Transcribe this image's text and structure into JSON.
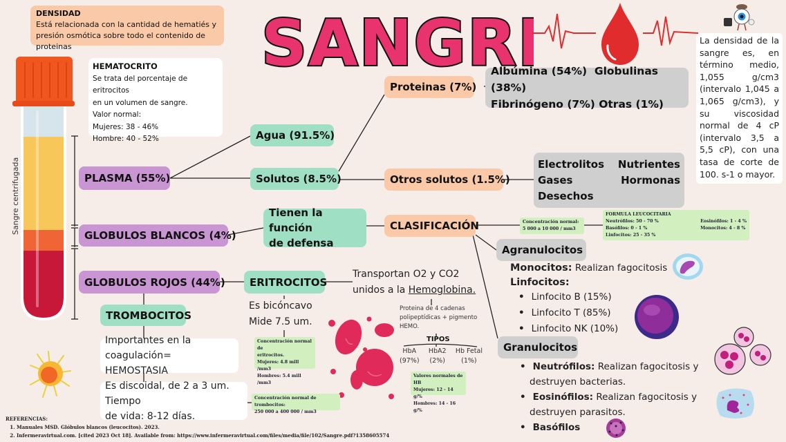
{
  "title": "SANGRE",
  "density_box": {
    "heading": "DENSIDAD",
    "text": "Está relacionada con la cantidad de hematiés y presión osmótica sobre todo el contenido de proteinas"
  },
  "hematocrit_box": {
    "heading": "HEMATOCRITO",
    "lines": [
      "Se trata del porcentaje de eritrocitos",
      "en un volumen de sangre.",
      "Valor normal:",
      "Mujeres: 38 - 46%",
      "Hombre: 40 - 52%"
    ]
  },
  "side_note": "La densidad de la sangre es, en término medio, 1,055 g/cm3 (intervalo 1,045 a 1,065 g/cm3), y su viscosidad normal de 4 cP (intervalo 3,5 a 5,5 cP), con una tasa de corte de 100. s-1 o mayor.",
  "tube_label": "Sangre centrifugada",
  "colors": {
    "background": "#f6ede9",
    "title_pink": "#e8336f",
    "purple_node": "#c995d3",
    "mint_node": "#9fdfc4",
    "peach_node": "#f9c9a8",
    "gray_node": "#cfcfcf",
    "green_note": "#d2efc0",
    "blood_red": "#e02c2c",
    "tube_cap": "#f2561f",
    "plasma_yellow": "#f7c75a",
    "buffy_orange": "#ef6535",
    "rbc_red": "#c8183a"
  },
  "nodes": {
    "plasma": "PLASMA (55%)",
    "globulos_blancos": "GLOBULOS BLANCOS (4%)",
    "globulos_rojos": "GLOBULOS ROJOS (44%)",
    "agua": "Agua (91.5%)",
    "solutos": "Solutos (8.5%)",
    "proteinas": "Proteinas (7%)",
    "otros_solutos": "Otros solutos (1.5%)",
    "funcion_defensa": [
      "Tienen la función",
      "de defensa"
    ],
    "clasificacion": "CLASIFICACIÓN",
    "eritrocitos": "ERITROCITOS",
    "trombocitos": "TROMBOCITOS",
    "agranulocitos": "Agranulocitos",
    "granulocitos": "Granulocitos"
  },
  "proteins_box": {
    "row1": [
      "Albúmina (54%)",
      "Globulinas (38%)"
    ],
    "row2": [
      "Fibrinógeno (7%)",
      "Otras (1%)"
    ]
  },
  "other_solutes_box": {
    "items": [
      "Electrolitos",
      "Nutrientes",
      "Gases",
      "Hormonas",
      "Desechos"
    ]
  },
  "leuco_concentration": {
    "line1": "Concentración normal:",
    "line2": "5 000 a 10 000 / mm3"
  },
  "formula_leucocitaria": {
    "heading": "FORMULA LEUCOCITARIA",
    "left": [
      "Neutrófilos: 50 - 70 %",
      "Basófilos:     0 - 1 %",
      "Linfocitos:    25 - 35 %"
    ],
    "right": [
      "Eosinófilos: 1 - 4 %",
      "Monocitos:  4 - 8 %"
    ]
  },
  "agranulocitos": {
    "monocitos_label": "Monocitos:",
    "monocitos_text": " Realizan fagocitosis",
    "linfocitos_label": "Linfocitos:",
    "linfocitos": [
      "Linfocito B    (15%)",
      "Linfocito T    (85%)",
      "Linfocito NK (10%)"
    ]
  },
  "granulocitos": {
    "items": [
      {
        "label": "Neutrófilos:",
        "text": " Realizan fagocitosis y",
        "text2": "destruyen bacterias."
      },
      {
        "label": "Eosinófilos:",
        "text": " Realizan fagocitosis y",
        "text2": "destruyen parasitos."
      },
      {
        "label": "Basófilos",
        "text": "",
        "text2": ""
      }
    ]
  },
  "eritrocitos": {
    "transport": [
      "Transportan O2 y CO2",
      "unidos a la "
    ],
    "hemoglobina": "Hemoglobina.",
    "shape": [
      "Es bicóncavo",
      "Mide 7.5 um."
    ],
    "protein": [
      "Proteina de 4 cadenas",
      "polipeptídicas + pigmento",
      "HEMO."
    ],
    "tipos_label": "TIPOS",
    "tipos": [
      {
        "name": "HbA",
        "pct": "(97%)"
      },
      {
        "name": "HbA2",
        "pct": "(2%)"
      },
      {
        "name": "Hb Fetal",
        "pct": "(1%)"
      }
    ],
    "concentration": [
      "Concentración normal de",
      "eritrocitos.",
      "Mujeres:   4.8 mill /mm3",
      "Hombres: 5.4 mill /mm3"
    ],
    "hb_values": [
      "Valores normales de HB",
      "Mujeres:   12 - 14 g/%",
      "Hombres: 14 - 16 g/%"
    ]
  },
  "trombocitos": {
    "function": [
      "Importantes en la coagulación=",
      "HEMOSTASIA"
    ],
    "shape": [
      "Es discoidal, de 2 a 3 um. Tiempo",
      "de vida: 8-12 días."
    ],
    "concentration": [
      "Concentración normal de trombocitos:",
      "250 000 a 400 000 / mm3"
    ]
  },
  "references": {
    "heading": "REFERENCIAS:",
    "items": [
      "Manuales MSD. Glóbulos blancos (leucocitos). 2023.",
      "Infermeravirtual.com. [cited 2023 Oct 18]. Available from: https://www.infermeravirtual.com/files/media/file/102/Sangre.pdf?1358605574"
    ]
  }
}
